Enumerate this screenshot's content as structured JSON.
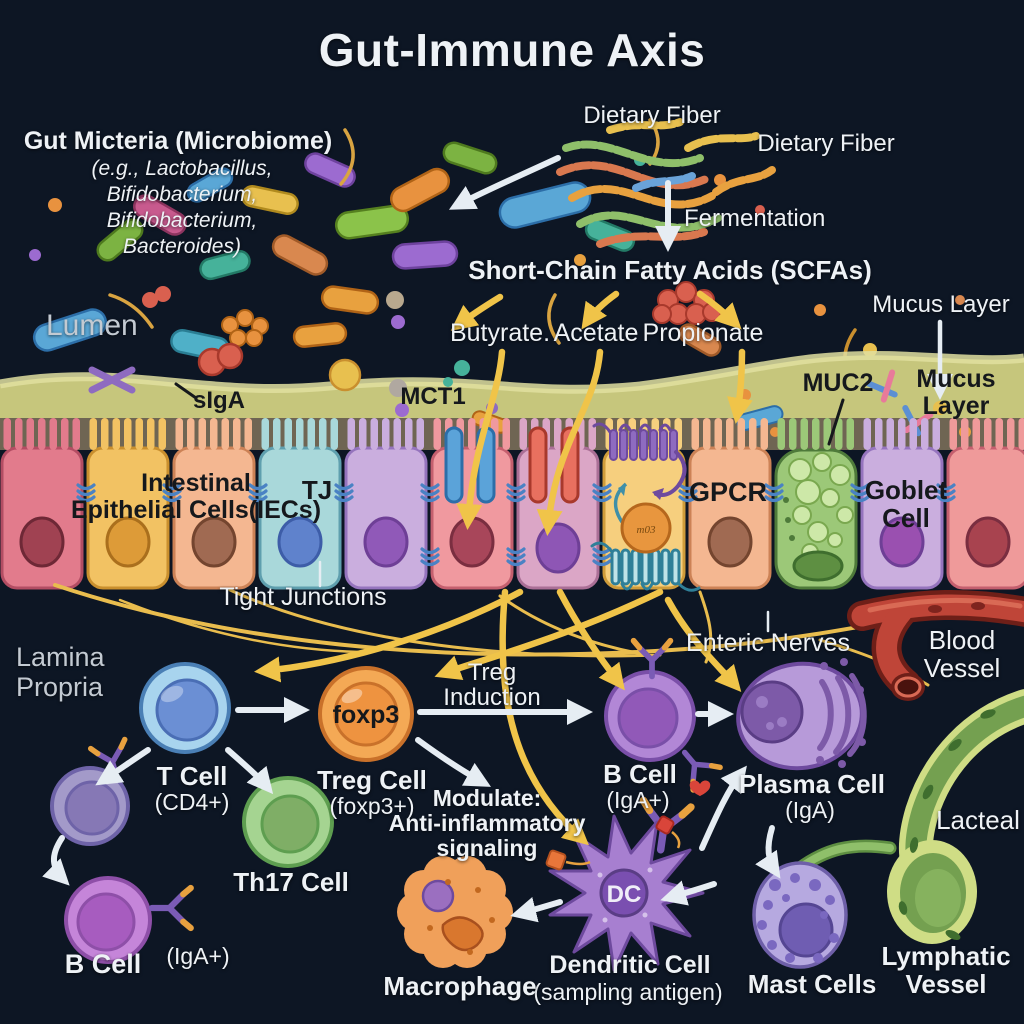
{
  "title": "Gut-Immune Axis",
  "regions": {
    "lumen": "Lumen",
    "lamina_propria": [
      "Lamina",
      "Propria"
    ]
  },
  "microbiome": {
    "heading": "Gut Micteria (Microbiome)",
    "examples": [
      "(e.g., Lactobacillus,",
      "Bifidobacterium,",
      "Bifidobacterium,",
      "Bacteroides)"
    ]
  },
  "fiber": {
    "label_top": "Dietary Fiber",
    "label_right": "Dietary Fiber",
    "fermentation": "Fermentation"
  },
  "scfa": {
    "heading": "Short-Chain Fatty Acids (SCFAs)",
    "items": [
      "Butyrate.",
      "Acetate",
      "Propionate"
    ]
  },
  "mucus": {
    "pointer_label": "Mucus Layer",
    "band_label": [
      "Mucus",
      "Layer"
    ],
    "muc2": "MUC2",
    "siga": "sIgA"
  },
  "epithelium": {
    "iec": [
      "Intestinal",
      "Epithelial Cells(IECs)"
    ],
    "tj": "TJ",
    "mct1": "MCT1",
    "gpcr": "GPCR",
    "goblet": [
      "Goblet",
      "Cell"
    ],
    "tight_junctions": "Tight Junctions",
    "gpcr_cell_nucleus": "m03"
  },
  "lamina": {
    "enteric_nerves": "Enteric Nerves",
    "blood_vessel": [
      "Blood",
      "Vessel"
    ],
    "treg_induction": [
      "Treg",
      "Induction"
    ],
    "modulate": [
      "Modulate:",
      "Anti-inflammatory",
      "signaling"
    ],
    "lacteal": "Lacteal",
    "lymphatic_vessel": [
      "Lymphatic",
      "Vessel"
    ]
  },
  "cells": {
    "t_cell": {
      "name": "T Cell",
      "subtype": "(CD4+)"
    },
    "treg_cell": {
      "name": "Treg Cell",
      "subtype": "(foxp3+)",
      "nucleus": "foxp3"
    },
    "th17_cell": {
      "name": "Th17 Cell"
    },
    "b_cell_left": {
      "name": "B Cell",
      "subtype": "(IgA+)"
    },
    "b_cell_right": {
      "name": "B Cell",
      "subtype": "(IgA+)"
    },
    "plasma_cell": {
      "name": "Plasma Cell",
      "subtype": "(IgA)"
    },
    "dendritic_cell": {
      "name": "Dendritic Cell",
      "subtype": "(sampling antigen)",
      "nucleus": "DC"
    },
    "macrophage": {
      "name": "Macrophage"
    },
    "mast_cells": {
      "name": "Mast Cells"
    }
  },
  "colors": {
    "background": "#0d1624",
    "arrow_yellow": "#f0c449",
    "arrow_white": "#e6edf3",
    "mucus_band": "#c6c67c",
    "nerves": "#e9bd4e",
    "blood_vessel": "#bf4538",
    "lymphatic": "#74a050"
  }
}
